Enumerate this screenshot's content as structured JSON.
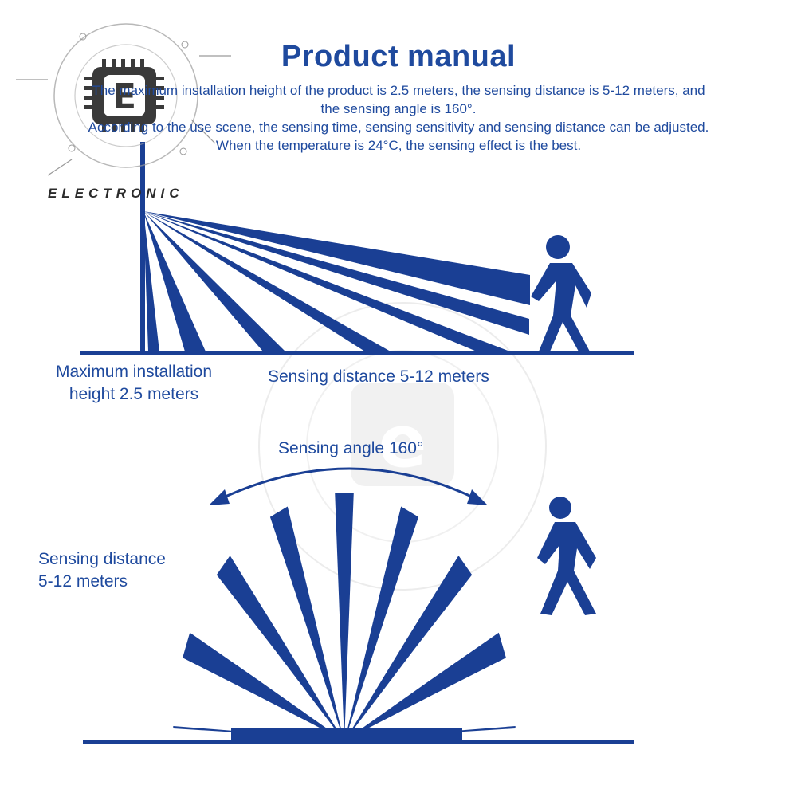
{
  "title": "Product manual",
  "description": {
    "line1": "The maximum installation height of the product is 2.5 meters, the sensing distance is 5-12 meters, and",
    "line2": "the sensing angle is 160°.",
    "line3": "According to the use scene, the sensing time, sensing sensitivity and sensing distance can be adjusted.",
    "line4": "When the temperature is 24°C, the sensing effect is the best."
  },
  "side_view": {
    "height_label_line1": "Maximum installation",
    "height_label_line2": "height 2.5 meters",
    "distance_label": "Sensing distance 5-12 meters"
  },
  "top_view": {
    "angle_label": "Sensing angle 160°",
    "distance_label_line1": "Sensing distance",
    "distance_label_line2": "5-12 meters"
  },
  "logo": {
    "letter": "E",
    "text": "ELECTRONIC"
  },
  "colors": {
    "primary_blue": "#1a3f94",
    "logo_chip": "#3a3a3a",
    "watermark": "#d8d8d8"
  },
  "icons": [
    "walking-person-icon",
    "chip-logo-icon",
    "double-arrow-arc-icon"
  ]
}
